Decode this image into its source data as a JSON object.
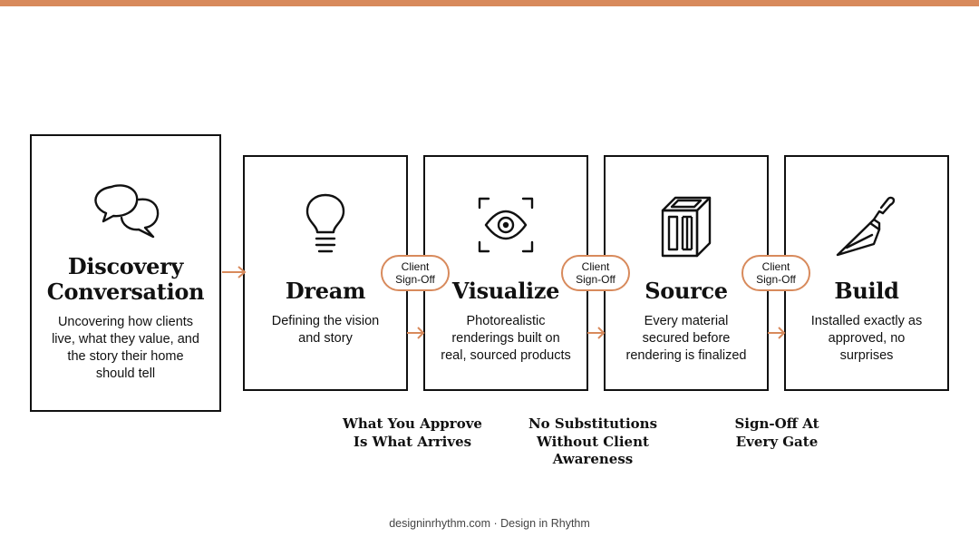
{
  "accent_color": "#d88a5c",
  "stages": [
    {
      "title_line1": "Discovery",
      "title_line2": "Conversation",
      "desc_lines": [
        "Uncovering how clients",
        "live, what they value, and",
        "the story their home",
        "should tell"
      ],
      "icon": "speech-bubbles-icon"
    },
    {
      "title_line1": "Dream",
      "desc_lines": [
        "Defining the vision",
        "and story"
      ],
      "icon": "lightbulb-icon"
    },
    {
      "title_line1": "Visualize",
      "desc_lines": [
        "Photorealistic",
        "renderings built on",
        "real, sourced products"
      ],
      "icon": "eye-focus-icon"
    },
    {
      "title_line1": "Source",
      "desc_lines": [
        "Every material",
        "secured before",
        "rendering is finalized"
      ],
      "icon": "crate-icon"
    },
    {
      "title_line1": "Build",
      "desc_lines": [
        "Installed exactly as",
        "approved, no",
        "surprises"
      ],
      "icon": "trowel-icon"
    }
  ],
  "signoffs": [
    {
      "line1": "Client",
      "line2": "Sign-Off"
    },
    {
      "line1": "Client",
      "line2": "Sign-Off"
    },
    {
      "line1": "Client",
      "line2": "Sign-Off"
    }
  ],
  "notes": [
    {
      "lines": [
        "What You Approve",
        "Is What Arrives"
      ]
    },
    {
      "lines": [
        "No Substitutions",
        "Without Client",
        "Awareness"
      ]
    },
    {
      "lines": [
        "Sign-Off At",
        "Every Gate"
      ]
    }
  ],
  "footer": {
    "text": "designinrhythm.com · Design in Rhythm"
  }
}
